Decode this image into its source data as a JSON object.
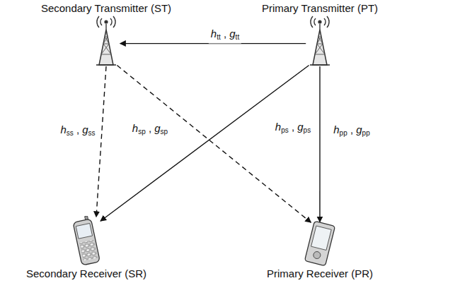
{
  "diagram": {
    "nodes": [
      {
        "text": [
          "Secondary Transmitter (ST)"
        ]
      },
      {
        "text": [
          "Primary Transmitter (PT)"
        ]
      },
      {
        "text": [
          "Secondary Receiver (SR)"
        ]
      },
      {
        "text": [
          "Primary Receiver (PR)"
        ]
      }
    ],
    "edges": [
      {
        "from": 1,
        "to": 0,
        "arrow": "to",
        "label": "htt , gtt"
      },
      {
        "from": 0,
        "to": 2,
        "arrow": "to",
        "label": "hss , gss"
      },
      {
        "from": 0,
        "to": 3,
        "arrow": "to",
        "label": "hsp , gsp"
      },
      {
        "from": 1,
        "to": 2,
        "arrow": "to",
        "label": "hps , gps"
      },
      {
        "from": 1,
        "to": 3,
        "arrow": "to",
        "label": "hpp , gpp"
      }
    ]
  }
}
